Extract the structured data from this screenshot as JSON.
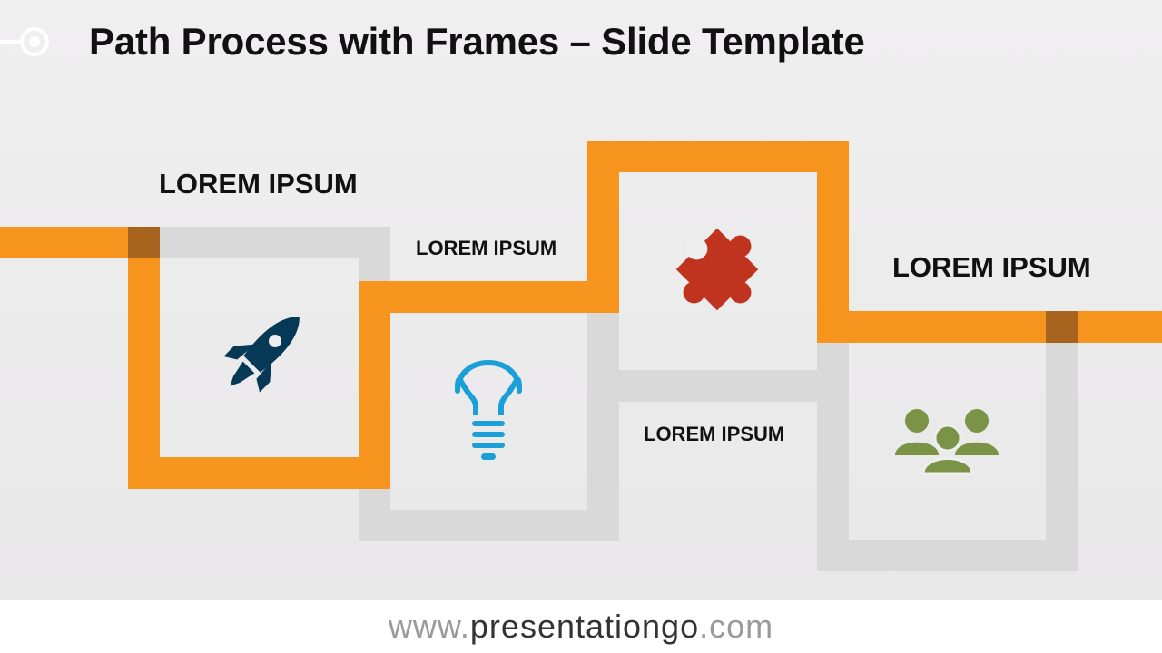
{
  "slide": {
    "title": "Path Process with Frames – Slide Template"
  },
  "steps": [
    {
      "label": "LOREM IPSUM",
      "icon": "rocket-icon",
      "color": "#063955"
    },
    {
      "label": "LOREM IPSUM",
      "icon": "lightbulb-icon",
      "color": "#1A9FD9"
    },
    {
      "label": "LOREM IPSUM",
      "icon": "puzzle-icon",
      "color": "#C0331F"
    },
    {
      "label": "LOREM IPSUM",
      "icon": "people-group-icon",
      "color": "#7A9346"
    }
  ],
  "colors": {
    "path": "#F7941D",
    "path_overlap": "#A8641E",
    "frame": "#D9D9D9",
    "background": "#EFEEEF"
  },
  "footer": {
    "prefix": "www.",
    "domain": "presentationgo",
    "suffix": ".com"
  }
}
